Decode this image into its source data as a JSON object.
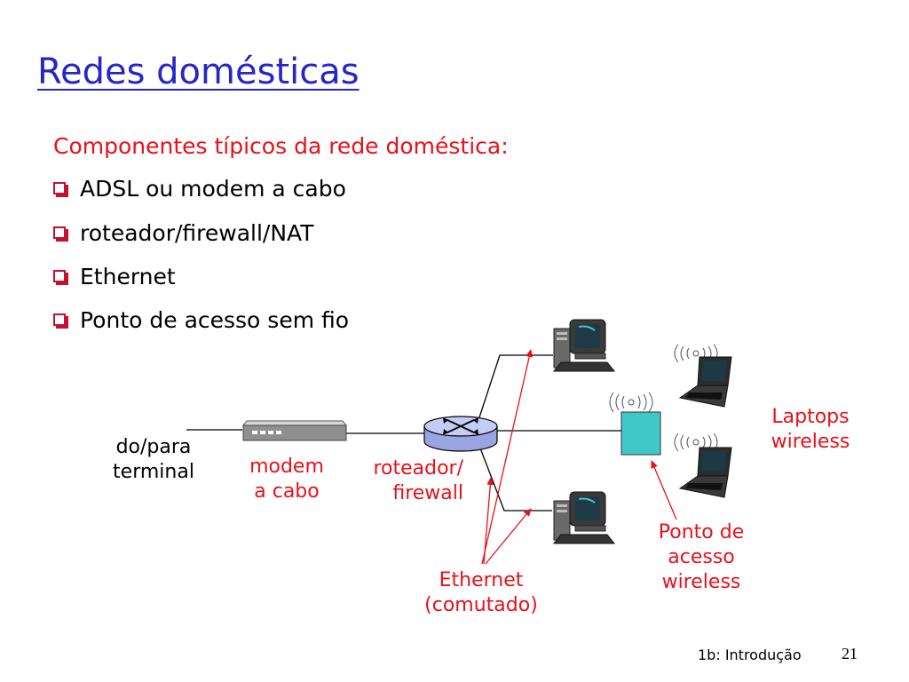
{
  "slide": {
    "title": "Redes domésticas",
    "subtitle": "Componentes típicos da rede doméstica:",
    "bullets": [
      "ADSL ou modem a cabo",
      "roteador/firewall/NAT",
      "Ethernet",
      "Ponto de acesso sem fio"
    ]
  },
  "diagram": {
    "labels": {
      "terminal_line1": "do/para",
      "terminal_line2": "terminal",
      "modem_line1": "modem",
      "modem_line2": "a cabo",
      "router_line1": "roteador/",
      "router_line2": "firewall",
      "ethernet_line1": "Ethernet",
      "ethernet_line2": "(comutado)",
      "laptops_line1": "Laptops",
      "laptops_line2": "wireless",
      "ap_line1": "Ponto de",
      "ap_line2": "acesso",
      "ap_line3": "wireless"
    },
    "colors": {
      "accent_red": "#e8101a",
      "title_blue": "#2626c8",
      "access_point": "#40c8c8",
      "router": "#b8c0f0"
    }
  },
  "footer": {
    "section": "1b: Introdução",
    "page": "21"
  }
}
